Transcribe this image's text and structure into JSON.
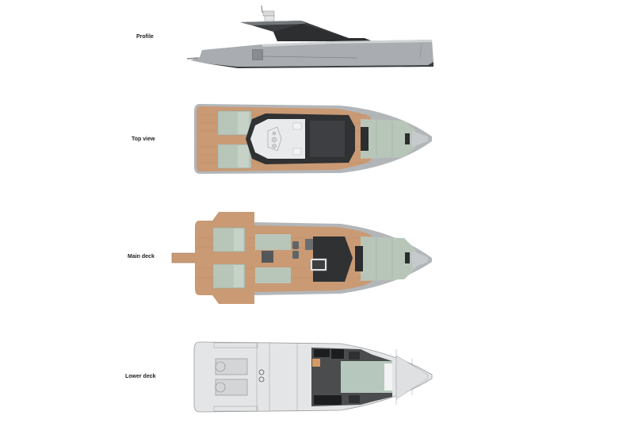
{
  "views": [
    {
      "id": "profile",
      "label": "Profile"
    },
    {
      "id": "top-view",
      "label": "Top view"
    },
    {
      "id": "main-deck",
      "label": "Main deck"
    },
    {
      "id": "lower-deck",
      "label": "Lower deck"
    }
  ],
  "colors": {
    "background": "#ffffff",
    "hull_grey": "#a9acb0",
    "hull_dark": "#5d6064",
    "hardtop": "#3a3c3f",
    "teak": "#c99a74",
    "teak_line": "#b98a64",
    "cushion": "#b8c6ba",
    "cushion_dark": "#a3b3a6",
    "windshield": "#2f3133",
    "deck_white": "#e9eaec",
    "lower_grey": "#e4e5e6",
    "lower_line": "#9a9c9e",
    "cabin_dark": "#4a4c4e",
    "berth": "#b6c8bd",
    "galley_accent": "#d79a66"
  }
}
